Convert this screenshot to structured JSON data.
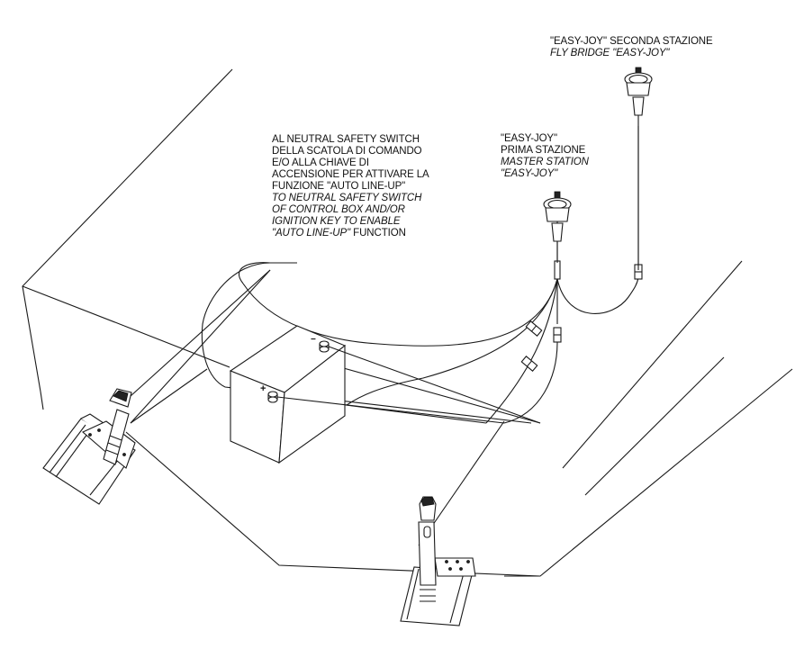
{
  "diagram": {
    "title": "Easy-Joy trim tab wiring installation",
    "labels": {
      "second_station": {
        "lines": [
          "\"EASY-JOY\" SECONDA STAZIONE"
        ],
        "italic_lines": [
          "FLY BRIDGE \"EASY-JOY\""
        ]
      },
      "first_station": {
        "lines": [
          "\"EASY-JOY\"",
          "PRIMA STAZIONE"
        ],
        "italic_lines": [
          "MASTER STATION",
          "\"EASY-JOY\""
        ]
      },
      "neutral_switch": {
        "lines": [
          "AL NEUTRAL SAFETY SWITCH",
          "DELLA SCATOLA DI COMANDO",
          "E/O ALLA CHIAVE DI",
          "ACCENSIONE PER ATTIVARE LA",
          "FUNZIONE \"AUTO LINE-UP\""
        ],
        "italic_lines": [
          "TO NEUTRAL SAFETY SWITCH",
          "OF CONTROL BOX AND/OR",
          "IGNITION KEY TO ENABLE"
        ],
        "mixed_last": {
          "italic": "\"AUTO LINE-UP\"",
          "normal": " FUNCTION"
        }
      }
    },
    "battery": {
      "negative_symbol": "−",
      "positive_symbol": "+"
    },
    "components": [
      "fly-bridge-joystick",
      "master-station-joystick",
      "battery",
      "port-trim-tab-actuator",
      "starboard-trim-tab-actuator",
      "wire-connectors",
      "hull-transom"
    ]
  }
}
